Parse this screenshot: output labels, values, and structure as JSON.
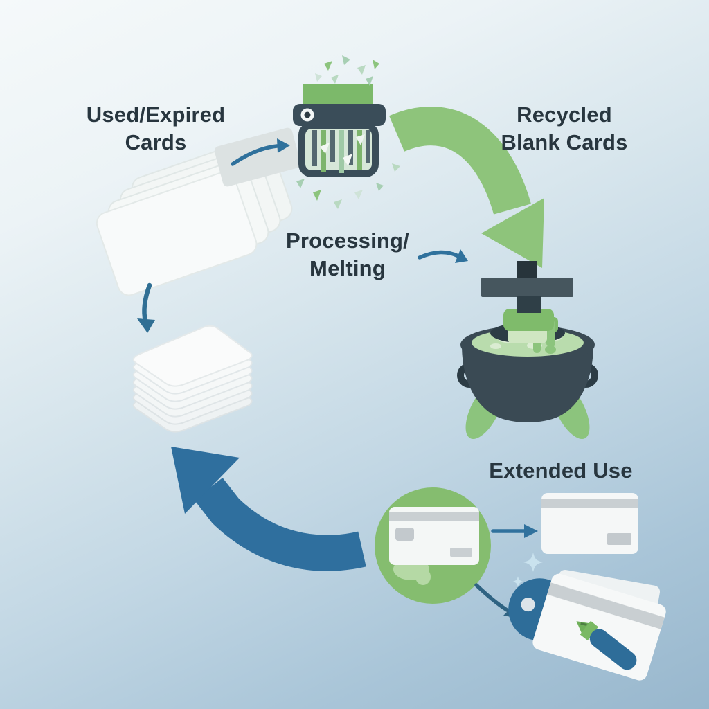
{
  "diagram": {
    "labels": {
      "used_expired": {
        "line1": "Used/Expired",
        "line2": "Cards"
      },
      "recycled_blank": {
        "line1": "Recycled",
        "line2": "Blank Cards"
      },
      "processing_melting": {
        "line1": "Processing/",
        "line2": "Melting"
      },
      "extended_use": {
        "line1": "Extended Use",
        "line2": ""
      }
    },
    "icons": [
      "used-cards-fan-icon",
      "feed-card-icon",
      "shredder-icon",
      "confetti-icon",
      "green-flow-arrow-icon",
      "melting-pot-icon",
      "down-arrow-icon",
      "blank-card-stack-icon",
      "recycle-return-arrow-icon",
      "molten-card-badge-icon",
      "extended-use-card-icon",
      "keycard-pen-icon",
      "sparkle-icon"
    ],
    "colors": {
      "background_top": "#f5f9fa",
      "background_bottom": "#98b7cd",
      "accent_green": "#8cc47d",
      "feed_green": "#7cb96a",
      "arrow_blue": "#2f6f9e",
      "dark_slate": "#3a4d59",
      "press_dark": "#2c3a42",
      "text": "#28363f",
      "liquid_green": "#b9dcad",
      "pale_green": "#cfe6c2",
      "card_white": "#f7f9f8",
      "gray_stripe": "#c9cfd2",
      "sparkle_blue": "#c9e2ee"
    }
  }
}
